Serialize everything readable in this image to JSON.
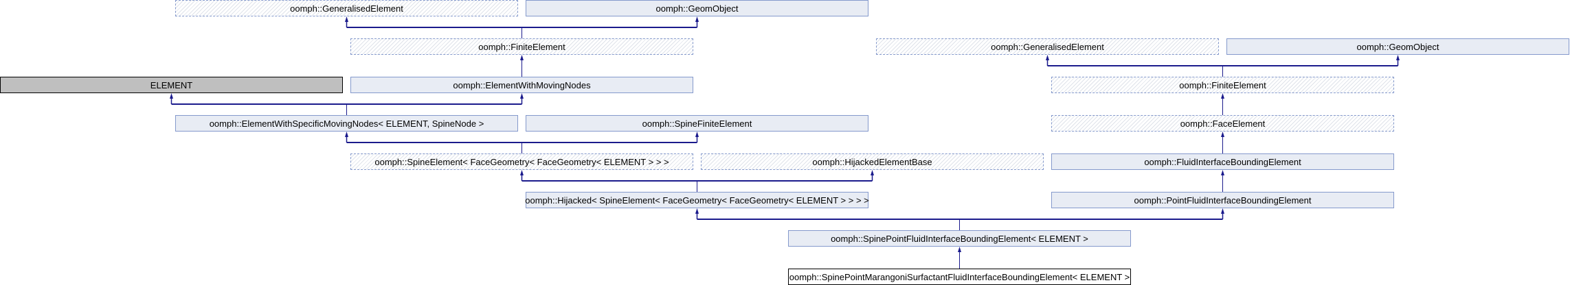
{
  "nodes": {
    "gen_el": "oomph::GeneralisedElement",
    "geom_obj": "oomph::GeomObject",
    "fin_el": "oomph::FiniteElement",
    "gen_el_2": "oomph::GeneralisedElement",
    "geom_obj_2": "oomph::GeomObject",
    "element": "ELEMENT",
    "ewmn": "oomph::ElementWithMovingNodes",
    "fin_el_2": "oomph::FiniteElement",
    "ewsmn": "oomph::ElementWithSpecificMovingNodes< ELEMENT, SpineNode >",
    "spine_fe": "oomph::SpineFiniteElement",
    "face_el": "oomph::FaceElement",
    "spine_el": "oomph::SpineElement< FaceGeometry< FaceGeometry< ELEMENT > > >",
    "hij_base": "oomph::HijackedElementBase",
    "fibe": "oomph::FluidInterfaceBoundingElement",
    "hijacked": "oomph::Hijacked< SpineElement< FaceGeometry< FaceGeometry< ELEMENT > > > >",
    "pfibe": "oomph::PointFluidInterfaceBoundingElement",
    "spfibe": "oomph::SpinePointFluidInterfaceBoundingElement< ELEMENT >",
    "marangoni": "oomph::SpinePointMarangoniSurfactantFluidInterfaceBoundingElement< ELEMENT >"
  },
  "edges": [
    {
      "child": "fin_el",
      "parents": [
        "gen_el",
        "geom_obj"
      ]
    },
    {
      "child": "fin_el_2",
      "parents": [
        "gen_el_2",
        "geom_obj_2"
      ]
    },
    {
      "child": "ewmn",
      "parents": [
        "fin_el"
      ]
    },
    {
      "child": "face_el",
      "parents": [
        "fin_el_2"
      ]
    },
    {
      "child": "ewsmn",
      "parents": [
        "element",
        "ewmn"
      ]
    },
    {
      "child": "spine_el",
      "parents": [
        "ewsmn",
        "spine_fe"
      ]
    },
    {
      "child": "fibe",
      "parents": [
        "face_el"
      ]
    },
    {
      "child": "hijacked",
      "parents": [
        "spine_el",
        "hij_base"
      ]
    },
    {
      "child": "pfibe",
      "parents": [
        "fibe"
      ]
    },
    {
      "child": "spfibe",
      "parents": [
        "hijacked",
        "pfibe"
      ]
    },
    {
      "child": "marangoni",
      "parents": [
        "spfibe"
      ]
    }
  ],
  "colors": {
    "edge": "#1a1a8c",
    "node_fill": "#e8ecf4",
    "node_border": "#8499cc"
  }
}
